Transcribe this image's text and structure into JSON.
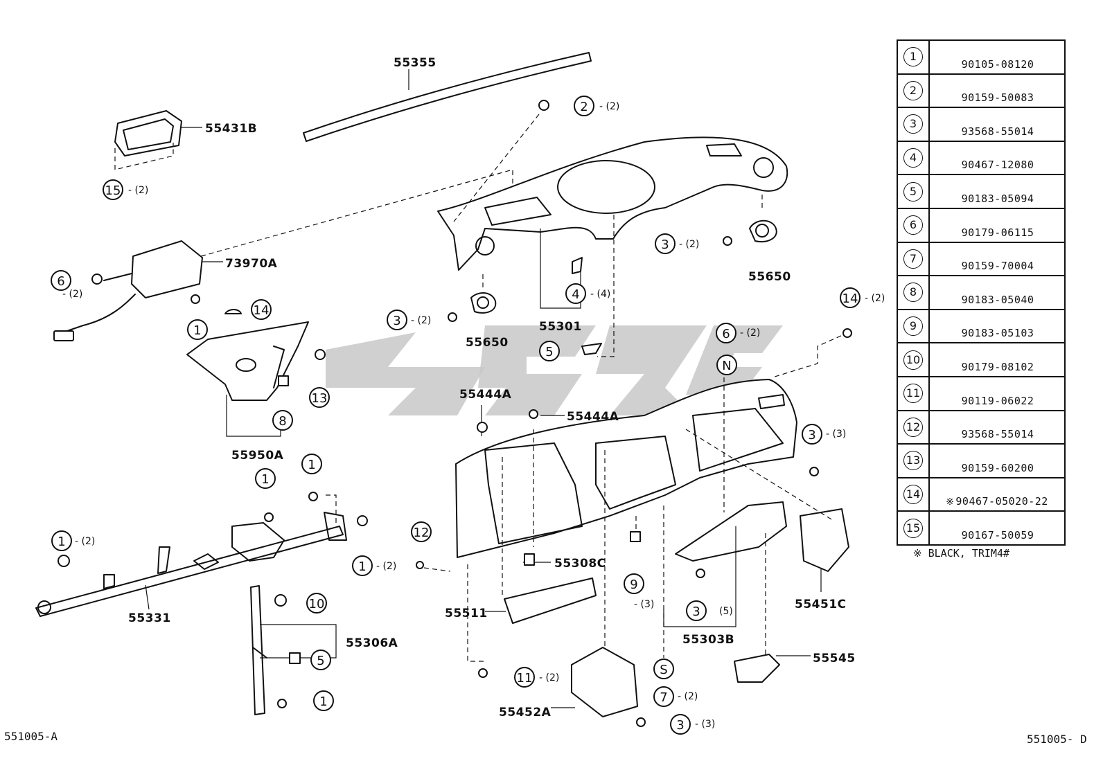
{
  "diagram": {
    "part_labels": {
      "p55355": "55355",
      "p55431b": "55431B",
      "p73970a": "73970A",
      "p55950a": "55950A",
      "p55650_left": "55650",
      "p55650_right": "55650",
      "p55301": "55301",
      "p55444a_left": "55444A",
      "p55444a_right": "55444A",
      "p55331": "55331",
      "p55306a": "55306A",
      "p55308c": "55308C",
      "p55511": "55511",
      "p55452a": "55452A",
      "p55303b": "55303B",
      "p55451c": "55451C",
      "p55545": "55545"
    },
    "callouts": [
      {
        "num": "2",
        "qty": "- (2)"
      },
      {
        "num": "15",
        "qty": "- (2)"
      },
      {
        "num": "6",
        "qty": "- (2)"
      },
      {
        "num": "1",
        "qty": ""
      },
      {
        "num": "14",
        "qty": ""
      },
      {
        "num": "13",
        "qty": ""
      },
      {
        "num": "8",
        "qty": ""
      },
      {
        "num": "3",
        "qty": "- (2)"
      },
      {
        "num": "3",
        "qty": "- (2)"
      },
      {
        "num": "4",
        "qty": "- (4)"
      },
      {
        "num": "5",
        "qty": ""
      },
      {
        "num": "6",
        "qty": "- (2)"
      },
      {
        "num": "14",
        "qty": "- (2)"
      },
      {
        "num": "3",
        "qty": "- (3)"
      },
      {
        "num": "1",
        "qty": "- (2)"
      },
      {
        "num": "1",
        "qty": ""
      },
      {
        "num": "1",
        "qty": ""
      },
      {
        "num": "1",
        "qty": "- (2)"
      },
      {
        "num": "12",
        "qty": ""
      },
      {
        "num": "10",
        "qty": ""
      },
      {
        "num": "5",
        "qty": ""
      },
      {
        "num": "1",
        "qty": ""
      },
      {
        "num": "9",
        "qty": ""
      },
      {
        "num": "3",
        "qty": "(5)"
      },
      {
        "num": "11",
        "qty": "- (2)"
      },
      {
        "num": "7",
        "qty": "- (2)"
      },
      {
        "num": "3",
        "qty": "- (3)"
      }
    ],
    "letter_markers": {
      "n": "N",
      "s": "S"
    },
    "loose_qty": {
      "q6_cont": "- (2)",
      "q_minus3": "- (3)"
    }
  },
  "reference_table": [
    {
      "key": "1",
      "part_no": "90105-08120",
      "note": ""
    },
    {
      "key": "2",
      "part_no": "90159-50083",
      "note": ""
    },
    {
      "key": "3",
      "part_no": "93568-55014",
      "note": ""
    },
    {
      "key": "4",
      "part_no": "90467-12080",
      "note": ""
    },
    {
      "key": "5",
      "part_no": "90183-05094",
      "note": ""
    },
    {
      "key": "6",
      "part_no": "90179-06115",
      "note": ""
    },
    {
      "key": "7",
      "part_no": "90159-70004",
      "note": ""
    },
    {
      "key": "8",
      "part_no": "90183-05040",
      "note": ""
    },
    {
      "key": "9",
      "part_no": "90183-05103",
      "note": ""
    },
    {
      "key": "10",
      "part_no": "90179-08102",
      "note": ""
    },
    {
      "key": "11",
      "part_no": "90119-06022",
      "note": ""
    },
    {
      "key": "12",
      "part_no": "93568-55014",
      "note": ""
    },
    {
      "key": "13",
      "part_no": "90159-60200",
      "note": ""
    },
    {
      "key": "14",
      "part_no": "90467-05020-22",
      "note": "※"
    },
    {
      "key": "15",
      "part_no": "90167-50059",
      "note": ""
    }
  ],
  "footnote": "※ BLACK, TRIM4#",
  "code_left": "551005-A",
  "code_right": "551005- D"
}
